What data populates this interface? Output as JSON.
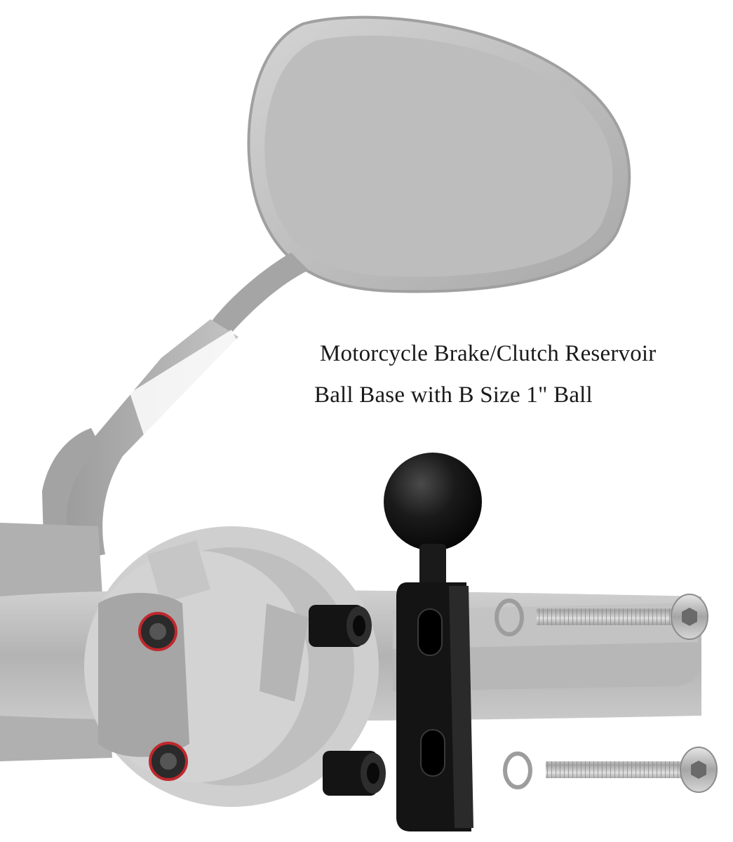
{
  "caption": {
    "line1": "Motorcycle Brake/Clutch Reservoir",
    "line2": "Ball Base with B Size 1\" Ball"
  },
  "colors": {
    "background": "#ffffff",
    "ghost_grey": "#b8b8b8",
    "ghost_dark": "#9a9a9a",
    "mount_black": "#141414",
    "bolt_silver": "#bdbdbd",
    "accent_red": "#c0282d",
    "text": "#1a1a1a"
  },
  "icons": [
    "mirror",
    "handlebar",
    "ball-mount",
    "spacer",
    "bolt",
    "washer"
  ]
}
